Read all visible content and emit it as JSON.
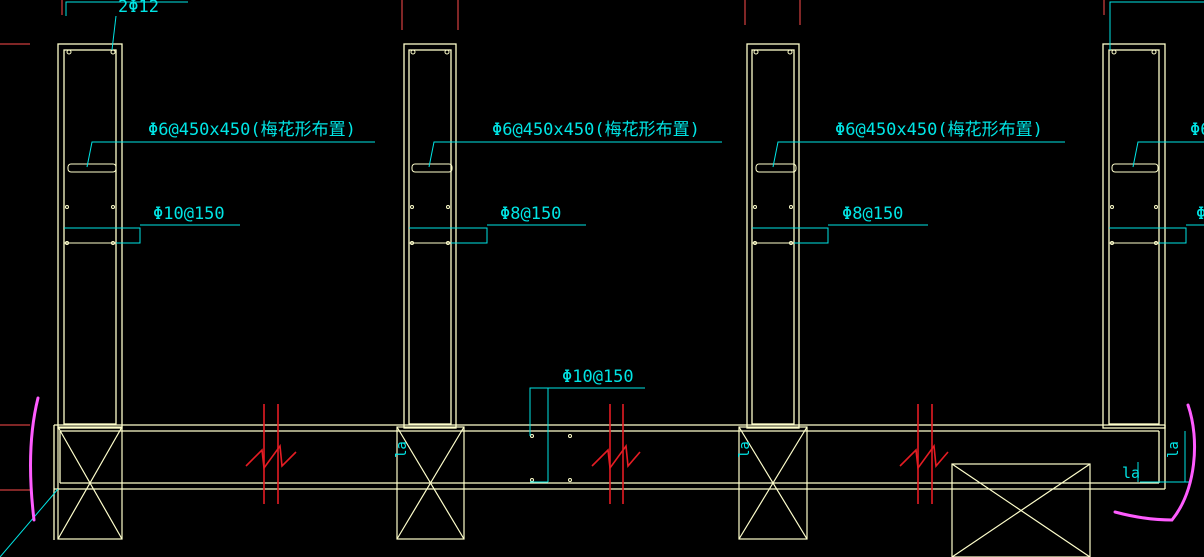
{
  "colors": {
    "background": "#000000",
    "wall": "#ffffcc",
    "leader": "#00e5e5",
    "break_mark": "#e51c23",
    "markup": "#ff5cff",
    "grid": "#ff4d4d"
  },
  "annotations": {
    "top_rebar": "2Φ12",
    "tie_1": "Φ6@450x450(梅花形布置)",
    "tie_2": "Φ6@450x450(梅花形布置)",
    "tie_3": "Φ6@450x450(梅花形布置)",
    "tie_4": "Φ6",
    "horiz_1": "Φ10@150",
    "horiz_2": "Φ8@150",
    "horiz_3": "Φ8@150",
    "horiz_4": "Φ",
    "beam_rebar": "Φ10@150",
    "la": "la"
  }
}
